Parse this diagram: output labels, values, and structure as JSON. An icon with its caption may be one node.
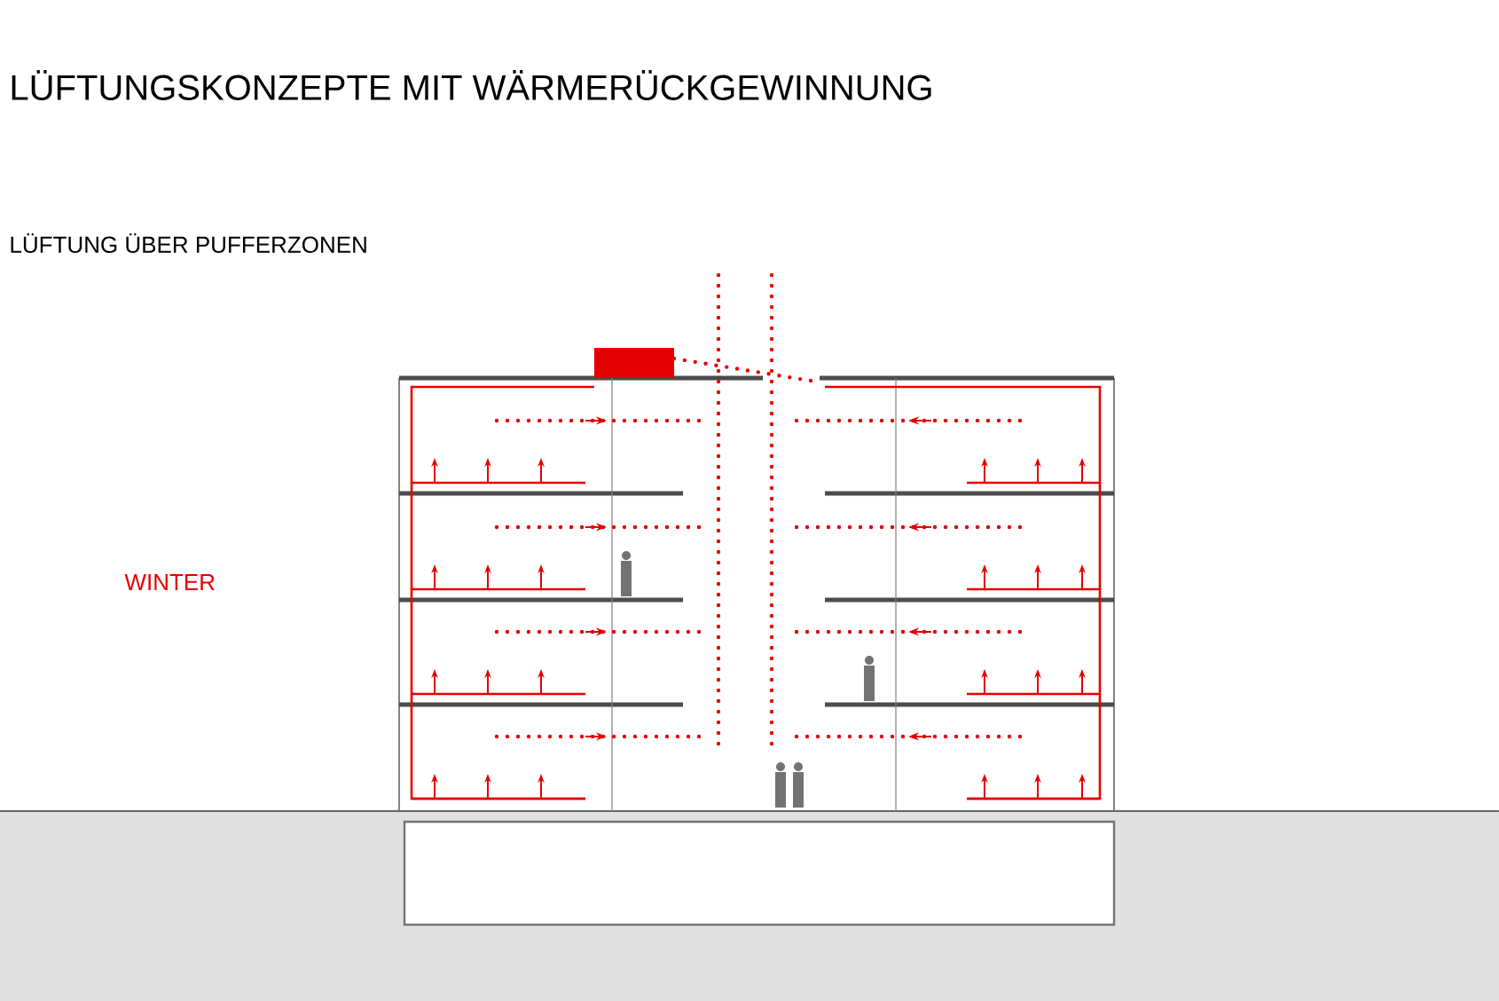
{
  "diagram": {
    "title": "LÜFTUNGSKONZEPTE MIT WÄRMERÜCKGEWINNUNG",
    "labels": [
      "LÜFTUNG ÜBER PUFFERZONEN",
      "WINTER"
    ]
  }
}
